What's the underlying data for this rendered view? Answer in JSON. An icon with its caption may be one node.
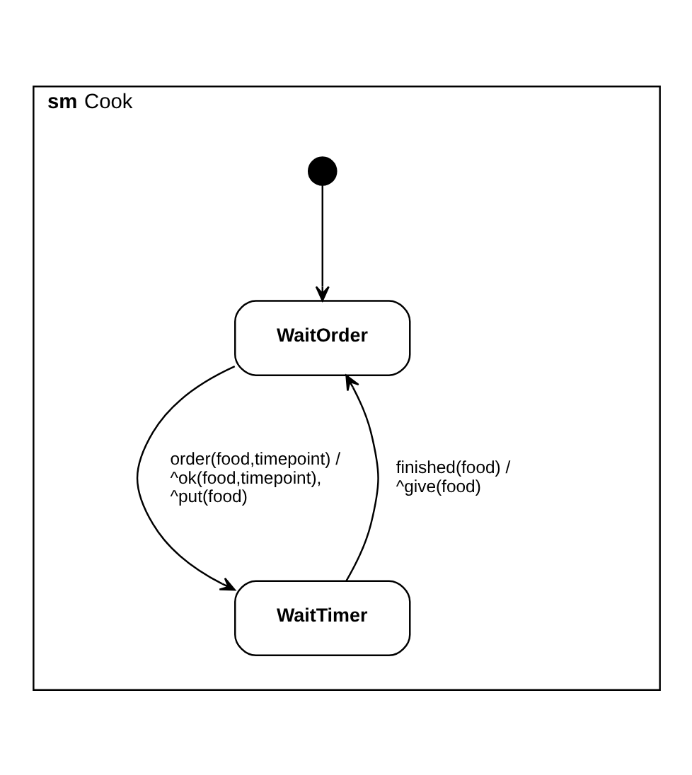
{
  "diagram": {
    "nodes": [
      {
        "text": [
          "**sm** Cook"
        ]
      },
      {
        "text": [],
        "shape": "circle",
        "in": 0
      },
      {
        "text": [
          "WaitOrder"
        ],
        "in": 0
      },
      {
        "text": [
          "WaitTimer"
        ],
        "in": 0
      }
    ],
    "edges": [
      {
        "from": 1,
        "to": 2,
        "arrow": "to"
      },
      {
        "from": 2,
        "to": 3,
        "arrow": "to",
        "label": "order(food,timepoint) / ^ok(food,timepoint), ^put(food)"
      },
      {
        "from": 3,
        "to": 2,
        "arrow": "to",
        "label": "finished(food) / ^give(food)"
      }
    ]
  }
}
